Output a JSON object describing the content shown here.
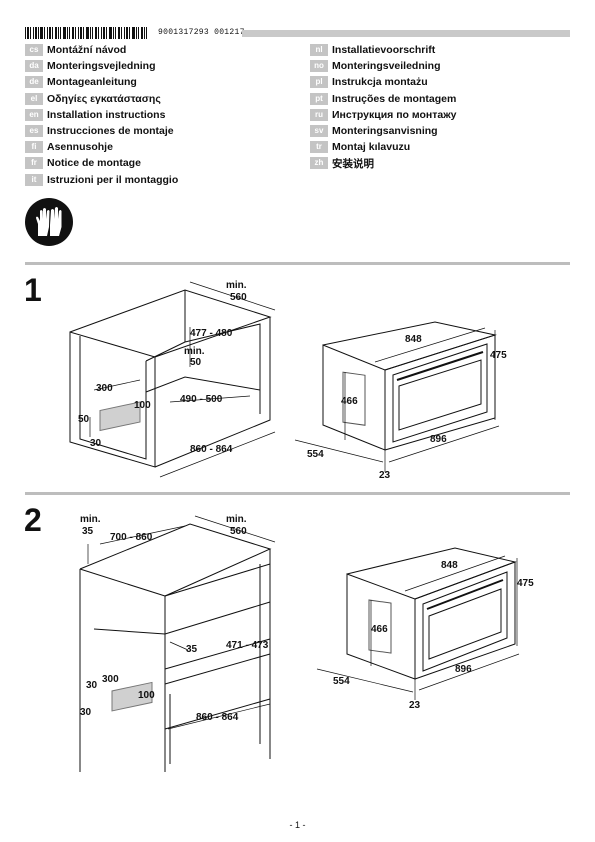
{
  "header": {
    "doc_number": "9001317293  001217"
  },
  "languages_left": [
    {
      "code": "cs",
      "title": "Montážní návod"
    },
    {
      "code": "da",
      "title": "Monteringsvejledning"
    },
    {
      "code": "de",
      "title": "Montageanleitung"
    },
    {
      "code": "el",
      "title": "Οδηγίες εγκατάστασης"
    },
    {
      "code": "en",
      "title": "Installation instructions"
    },
    {
      "code": "es",
      "title": "Instrucciones de montaje"
    },
    {
      "code": "fi",
      "title": "Asennusohje"
    },
    {
      "code": "fr",
      "title": "Notice de montage"
    },
    {
      "code": "it",
      "title": "Istruzioni per il montaggio"
    }
  ],
  "languages_right": [
    {
      "code": "nl",
      "title": "Installatievoorschrift"
    },
    {
      "code": "no",
      "title": "Monteringsveiledning"
    },
    {
      "code": "pl",
      "title": "Instrukcja montażu"
    },
    {
      "code": "pt",
      "title": "Instruções de montagem"
    },
    {
      "code": "ru",
      "title": "Инструкция по монтажу"
    },
    {
      "code": "sv",
      "title": "Monteringsanvisning"
    },
    {
      "code": "tr",
      "title": "Montaj kılavuzu"
    },
    {
      "code": "zh",
      "title": "安装说明"
    }
  ],
  "step1": {
    "number": "1",
    "cabinet": {
      "min_label": "min.",
      "width_min": "560",
      "depth": "477 - 480",
      "inner_min_label": "min.",
      "inner_min": "50",
      "bottom_depth": "490 - 500",
      "height": "860 - 864",
      "cutout_width": "300",
      "cutout_height": "100",
      "left_gap": "50",
      "bottom_gap": "30"
    },
    "appliance": {
      "width_inner": "848",
      "height": "475",
      "front_height": "466",
      "depth": "554",
      "width": "896",
      "front_thickness": "23"
    }
  },
  "step2": {
    "number": "2",
    "cabinet": {
      "min_label_left": "min.",
      "side_min": "35",
      "depth_range": "700 - 860",
      "min_label_right": "min.",
      "width_min": "560",
      "gap_35": "35",
      "opening_height": "471 - 473",
      "cutout_width": "300",
      "cutout_height": "100",
      "gap_top": "30",
      "gap_bottom": "30",
      "inner_width": "860 - 864"
    },
    "appliance": {
      "width_inner": "848",
      "height": "475",
      "front_height": "466",
      "depth": "554",
      "width": "896",
      "front_thickness": "23"
    }
  },
  "footer": {
    "page_number": "- 1 -"
  }
}
